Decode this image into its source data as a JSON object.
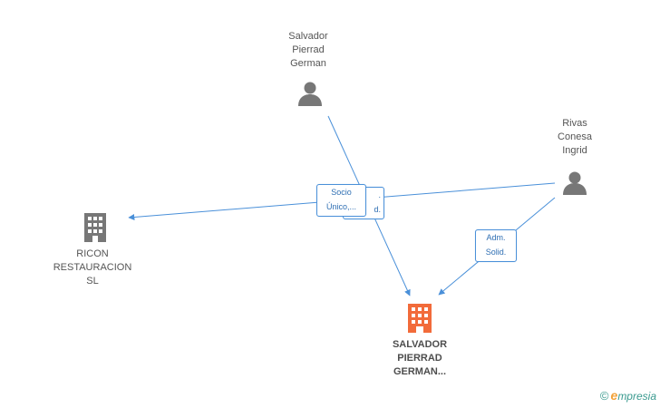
{
  "nodes": {
    "salvador": {
      "lines": [
        "Salvador",
        "Pierrad",
        "German"
      ]
    },
    "rivas": {
      "lines": [
        "Rivas",
        "Conesa",
        "Ingrid"
      ]
    },
    "ricon": {
      "lines": [
        "RICON",
        "RESTAURACION",
        "SL"
      ]
    },
    "focus": {
      "lines": [
        "SALVADOR",
        "PIERRAD",
        "GERMAN..."
      ]
    }
  },
  "edges": {
    "socio": {
      "lines": [
        "Socio",
        "Único,..."
      ]
    },
    "behind": {
      "lines": [
        ".",
        "d."
      ]
    },
    "adm": {
      "lines": [
        "Adm.",
        "Solid."
      ]
    }
  },
  "colors": {
    "edge": "#4a90d9",
    "person": "#777777",
    "company": "#777777",
    "focus_company": "#f26b3a"
  },
  "watermark": {
    "symbol": "©",
    "e": "e",
    "rest": "mpresia"
  }
}
